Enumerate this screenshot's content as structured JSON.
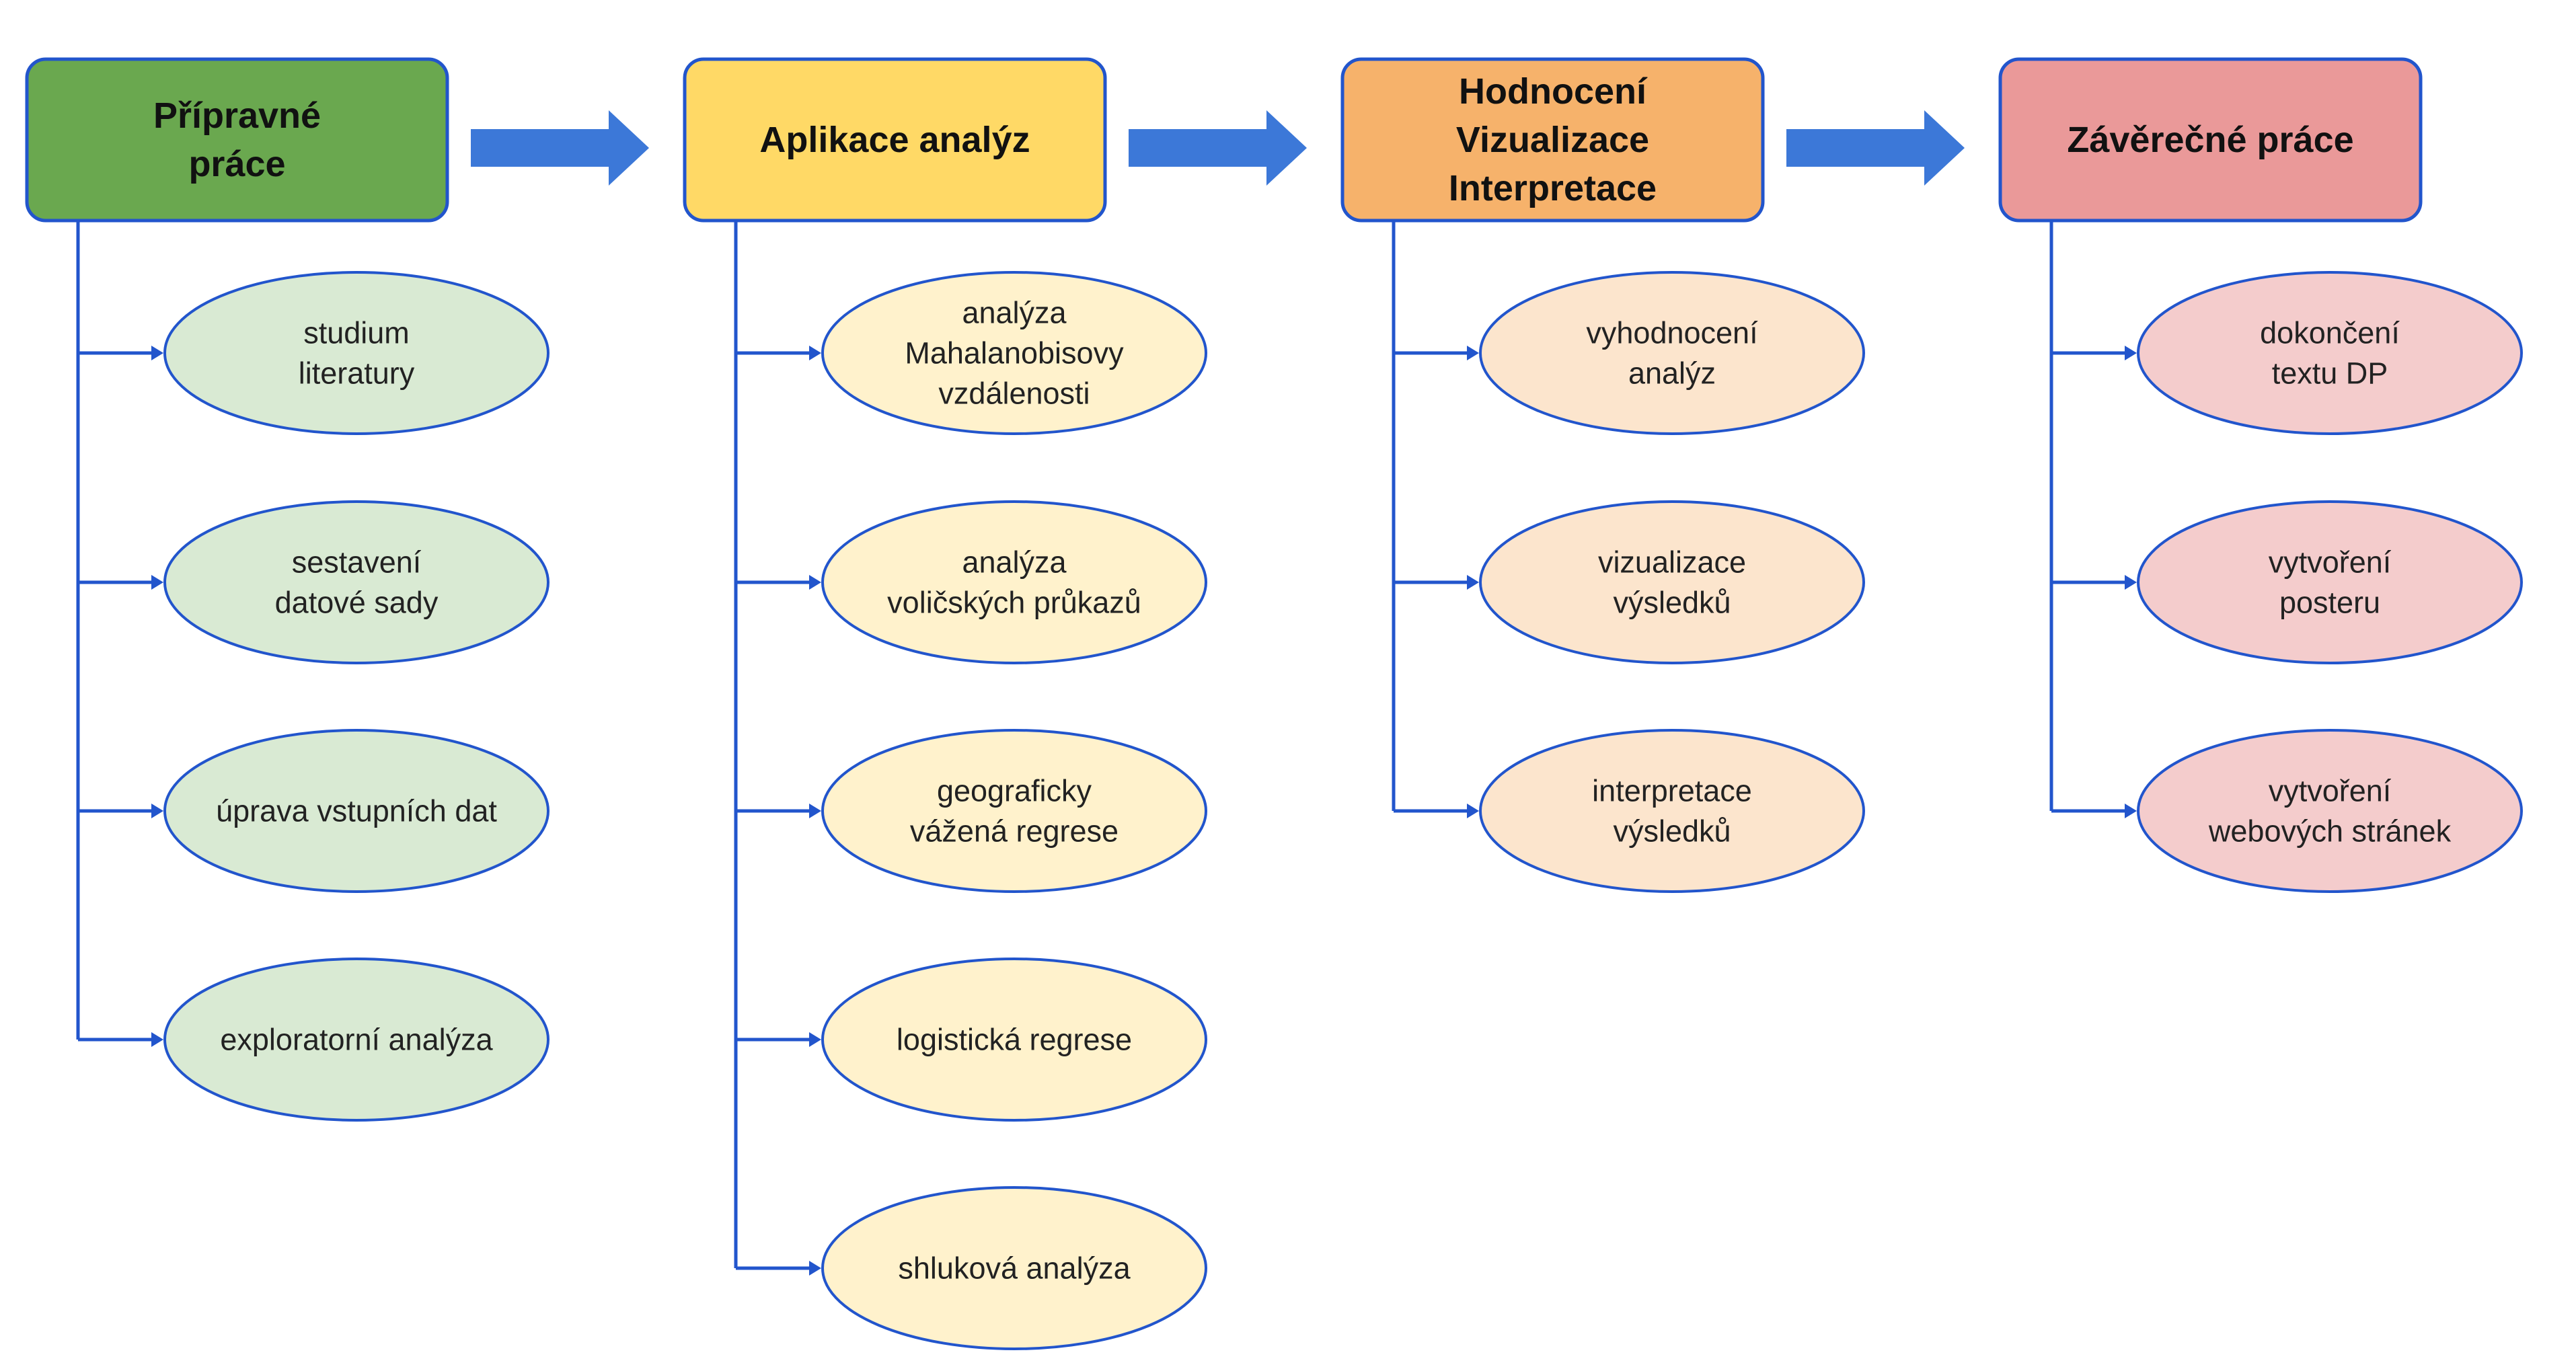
{
  "colors": {
    "border": "#2255cc",
    "connector": "#2255cc",
    "arrow": "#3c78d8"
  },
  "stages": [
    {
      "title_lines": [
        "Přípravné",
        "práce"
      ],
      "fill": "#6aa84f",
      "task_fill": "#d9ead3",
      "tasks": [
        [
          "studium",
          "literatury"
        ],
        [
          "sestavení",
          "datové sady"
        ],
        [
          "úprava vstupních dat"
        ],
        [
          "exploratorní analýza"
        ]
      ]
    },
    {
      "title_lines": [
        "Aplikace analýz"
      ],
      "fill": "#ffd966",
      "task_fill": "#fff2cc",
      "tasks": [
        [
          "analýza",
          "Mahalanobisovy",
          "vzdálenosti"
        ],
        [
          "analýza",
          "voličských průkazů"
        ],
        [
          "geograficky",
          "vážená regrese"
        ],
        [
          "logistická regrese"
        ],
        [
          "shluková analýza"
        ]
      ]
    },
    {
      "title_lines": [
        "Hodnocení",
        "Vizualizace",
        "Interpretace"
      ],
      "fill": "#f6b26b",
      "task_fill": "#fce5cd",
      "tasks": [
        [
          "vyhodnocení",
          "analýz"
        ],
        [
          "vizualizace",
          "výsledků"
        ],
        [
          "interpretace",
          "výsledků"
        ]
      ]
    },
    {
      "title_lines": [
        "Závěrečné práce"
      ],
      "fill": "#ea9999",
      "task_fill": "#f4cccc",
      "tasks": [
        [
          "dokončení",
          "textu DP"
        ],
        [
          "vytvoření",
          "posteru"
        ],
        [
          "vytvoření",
          "webových stránek"
        ]
      ]
    }
  ]
}
